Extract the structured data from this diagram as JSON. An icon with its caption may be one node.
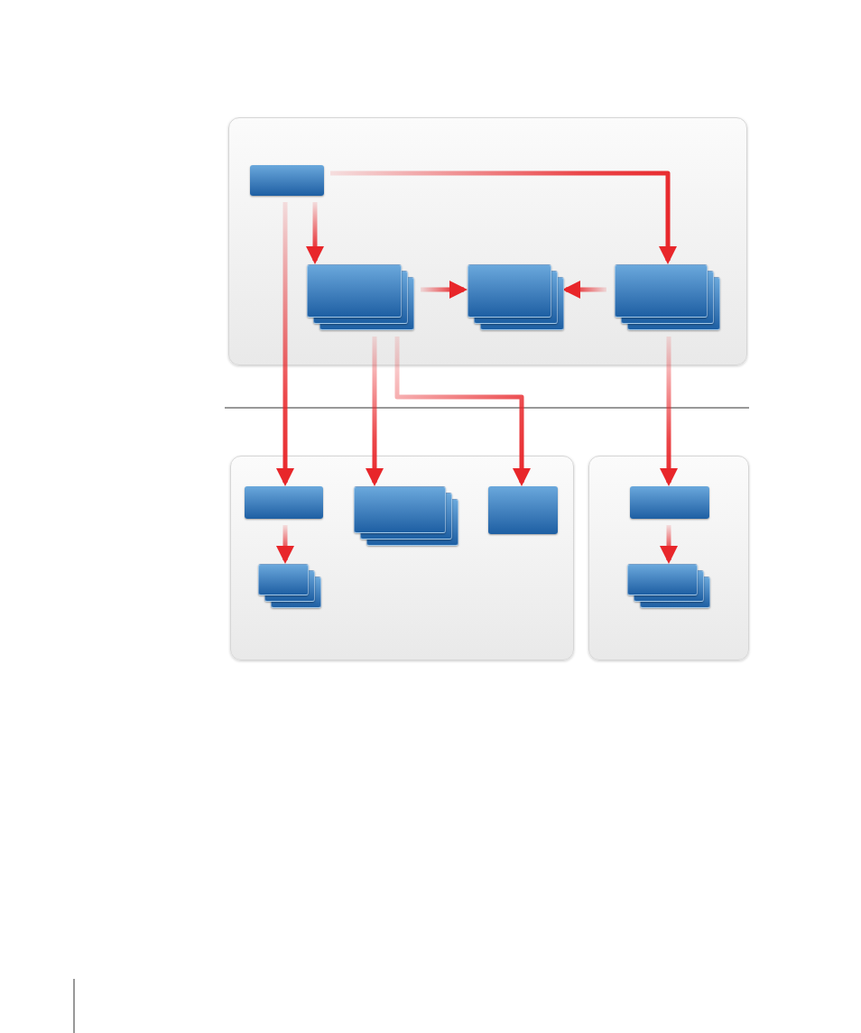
{
  "diagram": {
    "nodes": [
      {
        "text": [],
        "shape": "panel"
      },
      {
        "text": [],
        "shape": "panel"
      },
      {
        "text": [],
        "shape": "panel"
      },
      {
        "text": [],
        "shape": "box",
        "in": 0
      },
      {
        "text": [],
        "shape": "stack",
        "in": 0
      },
      {
        "text": [],
        "shape": "stack",
        "in": 0
      },
      {
        "text": [],
        "shape": "stack",
        "in": 0
      },
      {
        "text": [],
        "shape": "box",
        "in": 1
      },
      {
        "text": [],
        "shape": "stack",
        "in": 1
      },
      {
        "text": [],
        "shape": "box",
        "in": 1
      },
      {
        "text": [],
        "shape": "stack",
        "in": 1
      },
      {
        "text": [],
        "shape": "box",
        "in": 2
      },
      {
        "text": [],
        "shape": "stack",
        "in": 2
      }
    ],
    "edges": [
      {
        "from": 3,
        "to": 6,
        "arrow": "to"
      },
      {
        "from": 3,
        "to": 4,
        "arrow": "to"
      },
      {
        "from": 3,
        "to": 7,
        "arrow": "to"
      },
      {
        "from": 4,
        "to": 5,
        "arrow": "to"
      },
      {
        "from": 6,
        "to": 5,
        "arrow": "to"
      },
      {
        "from": 4,
        "to": 8,
        "arrow": "to"
      },
      {
        "from": 4,
        "to": 9,
        "arrow": "to"
      },
      {
        "from": 6,
        "to": 11,
        "arrow": "to"
      },
      {
        "from": 7,
        "to": 10,
        "arrow": "to"
      },
      {
        "from": 11,
        "to": 12,
        "arrow": "to"
      }
    ]
  }
}
